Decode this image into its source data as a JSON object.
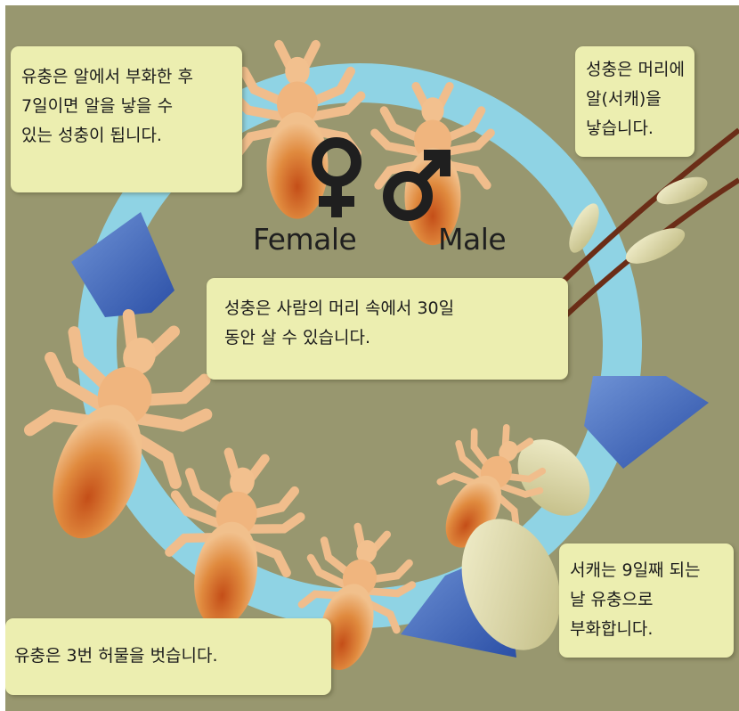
{
  "notes": {
    "larva_to_adult": "유충은 알에서 부화한 후\n7일이면 알을 낳을 수\n있는 성충이 됩니다.",
    "adult_lays_eggs": "성충은 머리에\n알(서캐)을\n낳습니다.",
    "adult_lifespan": "성충은 사람의 머리 속에서 30일\n동안 살 수 있습니다.",
    "egg_hatches": "서캐는 9일째 되는\n날 유충으로\n부화합니다.",
    "molting": "유충은 3번 허물을 벗습니다."
  },
  "labels": {
    "female": "Female",
    "male": "Male"
  },
  "icons": [
    "female-symbol-icon",
    "male-symbol-icon"
  ],
  "colors": {
    "background": "#98976f",
    "note_fill": "#eceeb0",
    "cycle_ring": "#8fd3e4",
    "arrow": "#3a62b4",
    "louse_light": "#f2c08e",
    "louse_dark": "#c9581f",
    "egg": "#e6e3b2",
    "hair": "#6b2d17"
  }
}
